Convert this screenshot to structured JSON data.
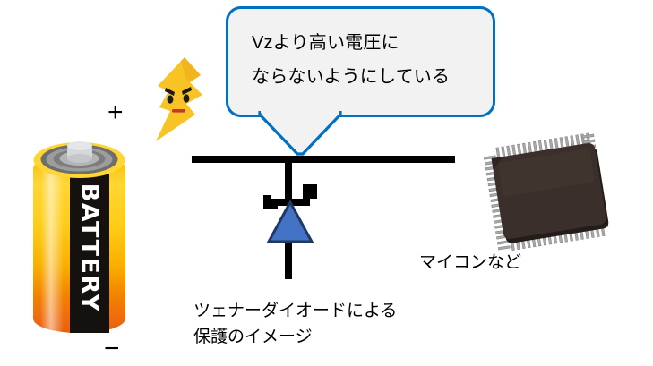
{
  "diagram": {
    "title": "ツェナーダイオードによる保護のイメージ",
    "background_color": "#FFFFFF"
  },
  "speech_bubble": {
    "line1": "Vzより高い電圧に",
    "line2": "ならないようにしている",
    "fill_color": "#F2F2F2",
    "border_color": "#0070C0"
  },
  "battery": {
    "brand_label": "BATTERY",
    "plus_terminal": "+",
    "minus_terminal": "−",
    "body_color_top": "#FFD633",
    "body_color_bottom": "#E85F0A",
    "band_color": "#15110F",
    "terminal_color": "#BFBFBF"
  },
  "bolt": {
    "name": "angry-lightning-bolt",
    "fill_color": "#F5C518",
    "mouth_color": "#C0392B"
  },
  "circuit": {
    "wire_color": "#000000",
    "zener_body_color": "#4472C4",
    "zener_outline_color": "#1F3864",
    "zener_caption_line1": "ツェナーダイオードによる",
    "zener_caption_line2": "保護のイメージ"
  },
  "microcontroller": {
    "label": "マイコンなど",
    "body_color": "#3B2F2B",
    "pin_color": "#A9A9A9"
  }
}
